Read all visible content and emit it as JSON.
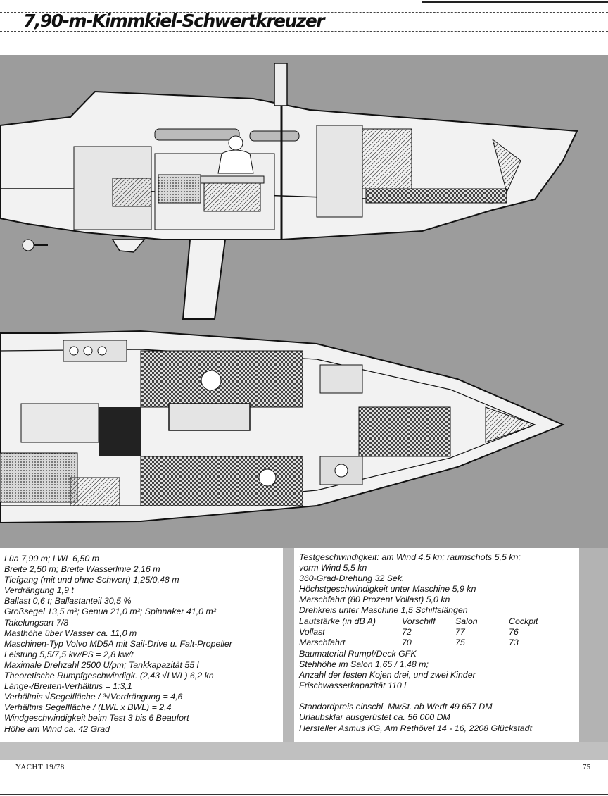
{
  "headline": "7,90-m-Kimmkiel-Schwertkreuzer",
  "specs_left": [
    "Lüa 7,90 m; LWL 6,50 m",
    "Breite 2,50 m; Breite Wasserlinie 2,16 m",
    "Tiefgang (mit und ohne Schwert) 1,25/0,48 m",
    "Verdrängung 1,9 t",
    "Ballast 0,6 t; Ballastanteil 30,5 %",
    "Großsegel 13,5 m²; Genua 21,0 m²; Spinnaker 41,0 m²",
    "Takelungsart 7/8",
    "Masthöhe über Wasser ca. 11,0 m",
    "Maschinen-Typ Volvo MD5A mit Sail-Drive u. Falt-Propeller",
    "Leistung 5,5/7,5 kw/PS = 2,8 kw/t",
    "Maximale Drehzahl 2500 U/pm; Tankkapazität 55 l",
    "Theoretische Rumpfgeschwindigk. (2,43 √LWL) 6,2 kn",
    "Länge-/Breiten-Verhältnis = 1:3,1",
    "Verhältnis √Segelfläche / ³√Verdrängung = 4,6",
    "Verhältnis Segelfläche / (LWL x BWL) = 2,4",
    "Windgeschwindigkeit beim Test 3 bis 6 Beaufort",
    "Höhe am Wind ca. 42 Grad"
  ],
  "specs_right_top": [
    "Testgeschwindigkeit: am Wind 4,5 kn; raumschots 5,5 kn;",
    "vorm Wind 5,5 kn",
    "360-Grad-Drehung 32 Sek.",
    "Höchstgeschwindigkeit unter Maschine 5,9 kn",
    "Marschfahrt (80 Prozent Vollast) 5,0 kn",
    "Drehkreis unter Maschine 1,5 Schiffslängen"
  ],
  "sound_table": {
    "header": [
      "Lautstärke (in dB A)",
      "Vorschiff",
      "Salon",
      "Cockpit"
    ],
    "rows": [
      [
        "Vollast",
        "72",
        "77",
        "76"
      ],
      [
        "Marschfahrt",
        "70",
        "75",
        "73"
      ]
    ]
  },
  "specs_right_bottom": [
    "Baumaterial Rumpf/Deck GFK",
    "Stehhöhe im Salon 1,65 / 1,48 m;",
    "Anzahl der festen Kojen drei, und zwei Kinder",
    "Frischwasserkapazität 110 l",
    "",
    "Standardpreis einschl. MwSt. ab Werft 49 657 DM",
    "Urlaubsklar ausgerüstet ca. 56 000 DM",
    "Hersteller Asmus KG, Am Rethövel 14 - 16, 2208 Glückstadt"
  ],
  "footer": {
    "magazine": "YACHT   19/78",
    "page": "75"
  },
  "colors": {
    "drawing_bg": "#9c9c9c",
    "hull_fill": "#f2f2f2",
    "line": "#111111"
  }
}
